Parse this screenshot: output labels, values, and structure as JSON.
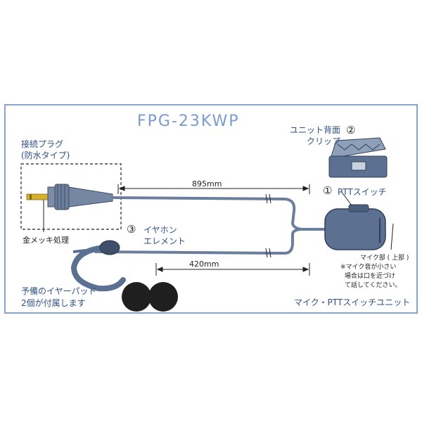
{
  "title": "FPG-23KWP",
  "labels": {
    "plug_line1": "接続プラグ",
    "plug_line2": "(防水タイプ)",
    "gold_plating": "金メッキ処理",
    "earphone_line1": "イヤホン",
    "earphone_line2": "エレメント",
    "clip_line1": "ユニット背面",
    "clip_line2": "クリップ",
    "ptt_switch": "PTTスイッチ",
    "mic_part": "マイク部 ( 上部 )",
    "mic_note_line1": "※マイク音が小さい",
    "mic_note_line2": "場合は口を近づけ",
    "mic_note_line3": "て話してください。",
    "spare_line1": "予備のイヤーパッド",
    "spare_line2": "2個が付属します",
    "unit_name": "マイク・PTTスイッチユニット"
  },
  "markers": {
    "one": "①",
    "two": "②",
    "three": "③"
  },
  "dimensions": {
    "cable_upper": "895mm",
    "cable_lower": "420mm"
  },
  "colors": {
    "frame": "#8aa4c4",
    "title": "#7a9bd0",
    "text": "#2f4f86",
    "cable": "#6b7f9c",
    "unit": "#5c7191"
  }
}
